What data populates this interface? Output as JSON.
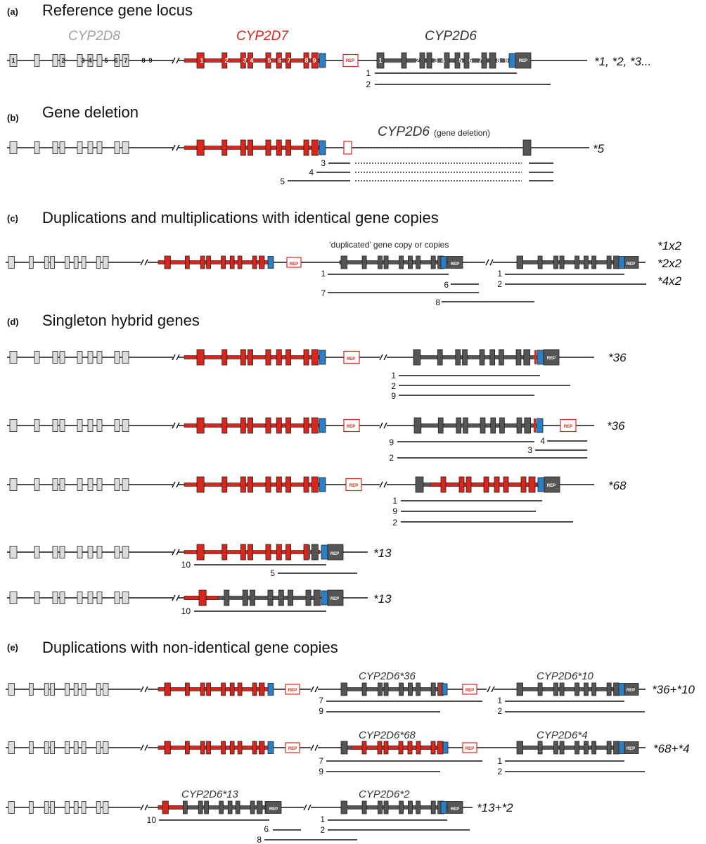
{
  "colors": {
    "d8_exon": "#dcdcdc",
    "d7_exon": "#d9261c",
    "d6_exon": "#555555",
    "blue_spacer": "#2a7fc6",
    "rep_red": "#d9261c",
    "line": "#111111"
  },
  "panels": [
    {
      "letter": "(a)",
      "title": "Reference gene locus",
      "gene_names": [
        "CYP2D8",
        "CYP2D7",
        "CYP2D6"
      ],
      "exon_numbers_d8": [
        "1",
        "2",
        "3",
        "4",
        "5",
        "6",
        "7",
        "8",
        "9"
      ],
      "exon_numbers_d7": [
        "1",
        "2",
        "3",
        "4",
        "5",
        "6",
        "7",
        "8",
        "9"
      ],
      "exon_numbers_d6": [
        "1",
        "2",
        "3",
        "4",
        "5",
        "6",
        "7",
        "8",
        "9"
      ],
      "rep_labels": [
        "REP",
        "REP"
      ],
      "read_numbers": [
        "1",
        "2"
      ],
      "alleles": "*1, *2, *3..."
    },
    {
      "letter": "(b)",
      "title": "Gene deletion",
      "gene_label": "CYP2D6",
      "gene_note": "(gene deletion)",
      "read_numbers": [
        "3",
        "4",
        "5"
      ],
      "alleles": "*5"
    },
    {
      "letter": "(c)",
      "title": "Duplications and multiplications with identical gene copies",
      "note": "‘duplicated’ gene copy or copies",
      "rep_labels": [
        "REP",
        "REP",
        "REP"
      ],
      "read_numbers": [
        "1",
        "6",
        "7",
        "8",
        "1",
        "2"
      ],
      "alleles": [
        "*1x2",
        "*2x2",
        "*4x2"
      ]
    },
    {
      "letter": "(d)",
      "title": "Singleton hybrid genes",
      "rows": [
        {
          "alleles": "*36",
          "read_numbers": [
            "1",
            "2",
            "9"
          ],
          "rep_labels": [
            "REP",
            "REP"
          ]
        },
        {
          "alleles": "*36",
          "read_numbers": [
            "9",
            "4",
            "3",
            "2"
          ],
          "rep_labels": [
            "REP",
            "REP"
          ]
        },
        {
          "alleles": "*68",
          "read_numbers": [
            "1",
            "9",
            "2"
          ],
          "rep_labels": [
            "REP",
            "REP"
          ]
        },
        {
          "alleles": "*13",
          "read_numbers": [
            "10",
            "5"
          ],
          "rep_labels": [
            "REP"
          ]
        },
        {
          "alleles": "*13",
          "read_numbers": [
            "10"
          ],
          "rep_labels": [
            "REP"
          ]
        }
      ]
    },
    {
      "letter": "(e)",
      "title": "Duplications with non-identical gene copies",
      "rows": [
        {
          "gene_labels": [
            "CYP2D6*36",
            "CYP2D6*10"
          ],
          "alleles": "*36+*10",
          "read_numbers": [
            "7",
            "9",
            "1",
            "2"
          ],
          "rep_labels": [
            "REP",
            "REP",
            "REP"
          ]
        },
        {
          "gene_labels": [
            "CYP2D6*68",
            "CYP2D6*4"
          ],
          "alleles": "*68+*4",
          "read_numbers": [
            "7",
            "9",
            "1",
            "2"
          ],
          "rep_labels": [
            "REP",
            "REP",
            "REP"
          ]
        },
        {
          "gene_labels": [
            "CYP2D6*13",
            "CYP2D6*2"
          ],
          "alleles": "*13+*2",
          "read_numbers": [
            "10",
            "6",
            "8",
            "1",
            "2"
          ],
          "rep_labels": [
            "REP",
            "REP"
          ]
        }
      ]
    }
  ]
}
